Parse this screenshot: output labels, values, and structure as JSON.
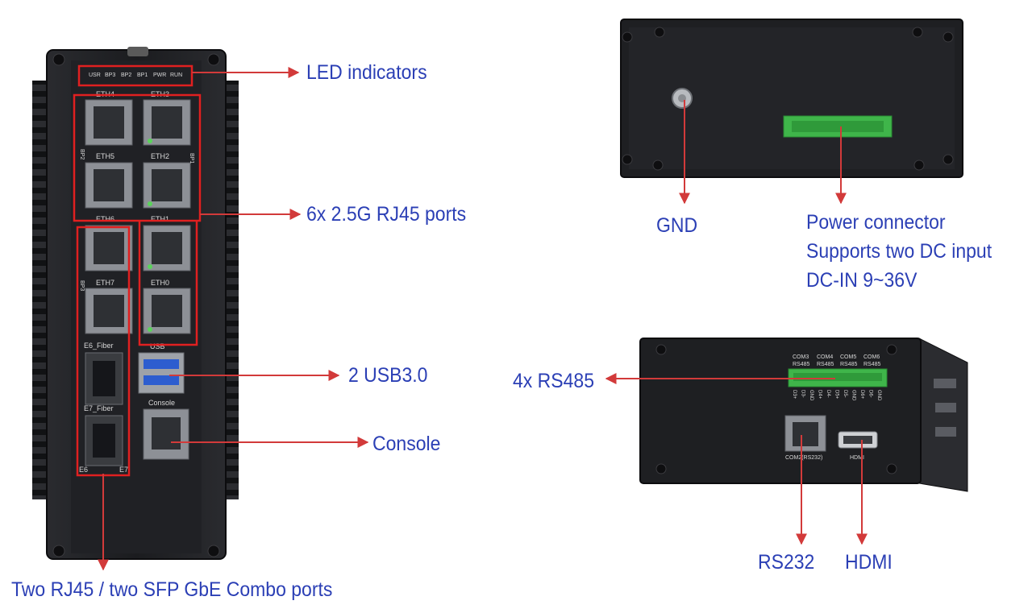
{
  "callouts": {
    "led_indicators": "LED indicators",
    "rj45_ports": "6x 2.5G RJ45 ports",
    "usb": "2 USB3.0",
    "console": "Console",
    "combo_ports": "Two RJ45 / two SFP GbE Combo ports",
    "gnd": "GND",
    "power_line1": "Power connector",
    "power_line2": "Supports two DC input",
    "power_line3": "DC-IN 9~36V",
    "rs485": "4x RS485",
    "rs232": "RS232",
    "hdmi": "HDMI"
  },
  "front_panel": {
    "leds": [
      "USR",
      "BP3",
      "BP2",
      "BP1",
      "PWR",
      "RUN"
    ],
    "ports": {
      "eth4": "ETH4",
      "eth3": "ETH3",
      "eth5": "ETH5",
      "eth2": "ETH2",
      "eth6": "ETH6",
      "eth1": "ETH1",
      "eth7": "ETH7",
      "eth0": "ETH0",
      "bp1": "BP1",
      "bp2": "BP2",
      "bp3": "BP3",
      "usb": "USB",
      "console": "Console",
      "e6_fiber": "E6_Fiber",
      "e7_fiber": "E7_Fiber",
      "e6": "E6",
      "e7": "E7"
    }
  },
  "rear_panel": {
    "com_labels": [
      {
        "com": "COM3",
        "type": "RS485"
      },
      {
        "com": "COM4",
        "type": "RS485"
      },
      {
        "com": "COM5",
        "type": "RS485"
      },
      {
        "com": "COM6",
        "type": "RS485"
      }
    ],
    "pin_labels": [
      "D3+",
      "D3-",
      "GND",
      "D4+",
      "D4-",
      "D5+",
      "D5-",
      "GND",
      "D6+",
      "D6-",
      "GND"
    ],
    "com2_label": "COM2(RS232)",
    "hdmi_label": "HDMI"
  },
  "colors": {
    "callout_text": "#2b3fb5",
    "highlight": "#e02020",
    "arrow": "#d23a3a",
    "device_body": "#1c1d20",
    "terminal_green": "#3fb54a"
  }
}
